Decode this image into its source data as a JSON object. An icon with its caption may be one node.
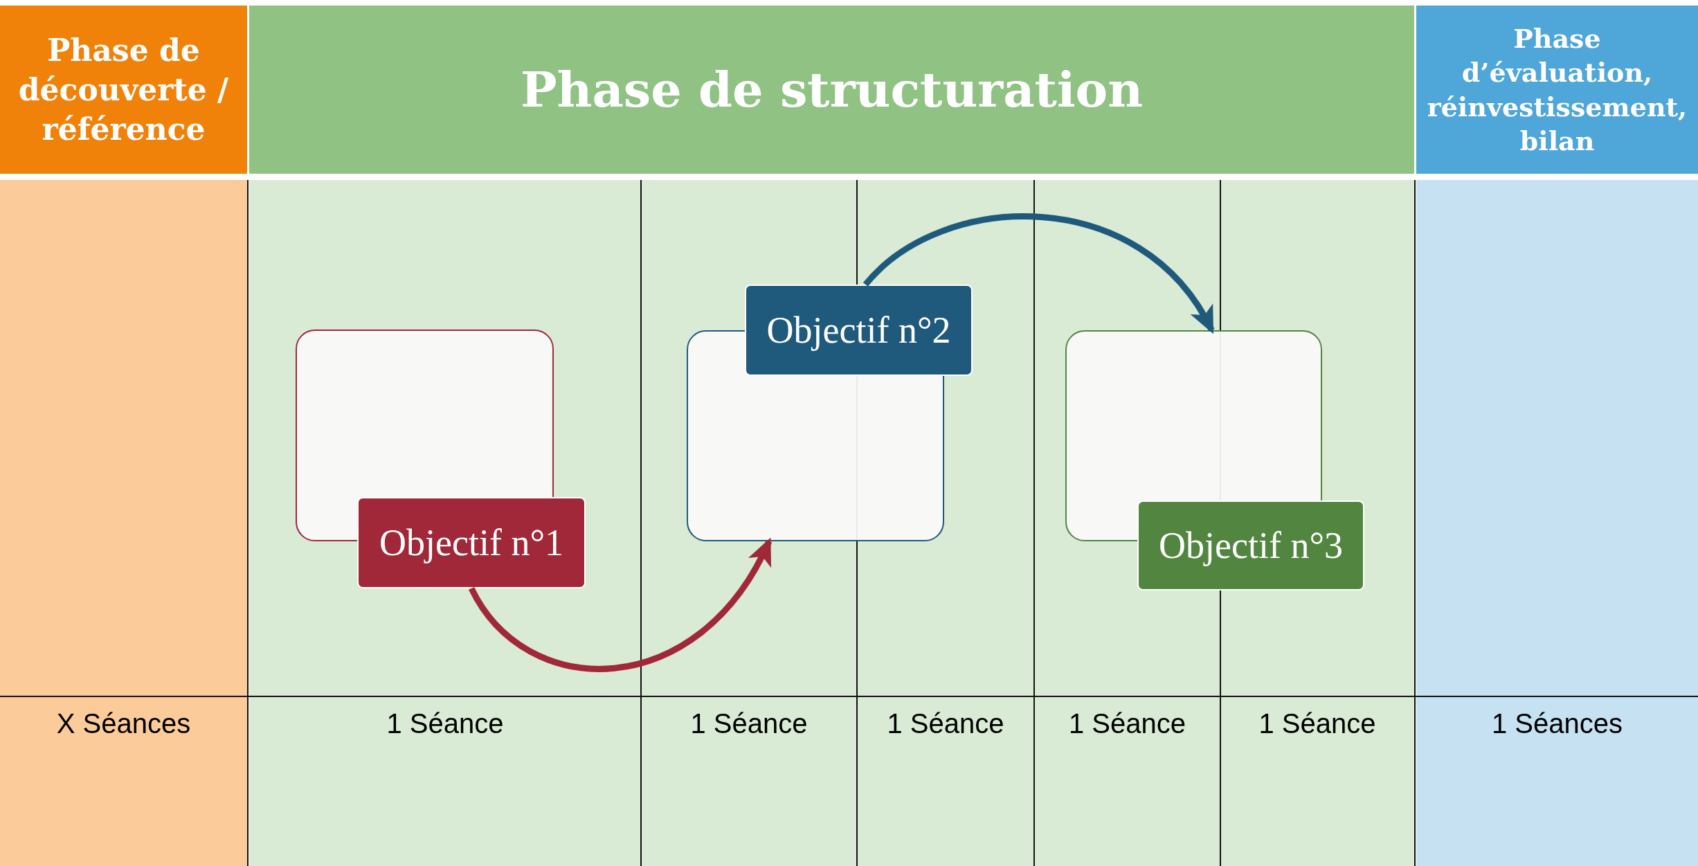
{
  "diagram": {
    "nodes": [
      {
        "text": [
          "Phase de découverte / référence"
        ]
      },
      {
        "text": [
          "Phase de structuration"
        ]
      },
      {
        "text": [
          "Phase d’évaluation, réinvestissement, bilan"
        ]
      },
      {
        "text": [],
        "shape": "box"
      },
      {
        "text": [
          "Objectif n°1"
        ]
      },
      {
        "text": [],
        "shape": "box"
      },
      {
        "text": [
          "Objectif n°2"
        ]
      },
      {
        "text": [],
        "shape": "box"
      },
      {
        "text": [
          "Objectif n°3"
        ]
      }
    ],
    "edges": [
      {
        "from": 4,
        "to": 5,
        "arrow": "to",
        "color": "#a02838"
      },
      {
        "from": 6,
        "to": 7,
        "arrow": "to",
        "color": "#1f5a7c"
      }
    ],
    "labels": [
      "X Séances",
      "1 Séance",
      "1 Séance",
      "1 Séance",
      "1 Séance",
      "1 Séance",
      "1 Séances"
    ]
  }
}
